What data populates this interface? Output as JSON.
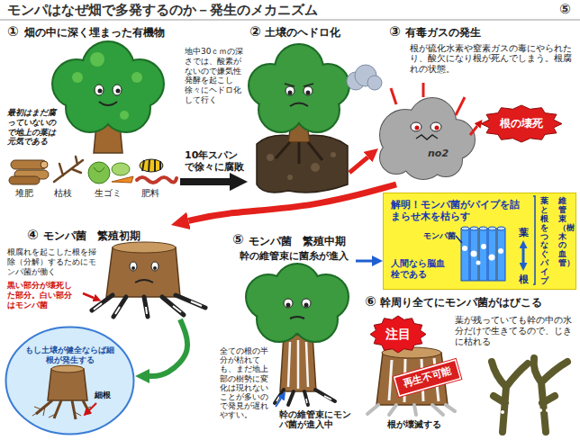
{
  "diagram": {
    "title": "モンパはなぜ畑で多発するのか－発生のメカニズム",
    "nodes": [
      {
        "text": [
          "①",
          "畑の中に深く埋まった有機物",
          "最初はまだ腐っていないので地上の葉は元気である",
          "堆肥",
          "枯枝",
          "生ゴミ",
          "肥料"
        ]
      },
      {
        "text": [
          "②",
          "土壌のヘドロ化"
        ]
      },
      {
        "text": [
          "③",
          "有毒ガスの発生",
          "根が硫化水素や窒素ガスの毒にやられたり、酸欠になり根が死んでしまう。根腐れの状態。",
          "no2"
        ]
      },
      {
        "text": [
          "根の壊死"
        ],
        "in": 2
      },
      {
        "text": [
          "④",
          "モンパ菌　繁殖初期",
          "根腐れを起こした根を掃除（分解）するためにモンパ菌が働く",
          "黒い部分が壊死した部分。白い部分はモンパ菌"
        ]
      },
      {
        "text": [
          "もし土壌が健全ならば細根が発生する",
          "細根"
        ]
      },
      {
        "text": [
          "⑤",
          "モンパ菌　繁殖中期",
          "幹の維管束に菌糸が進入",
          "全ての根の半分が枯れても、まだ地上部の樹勢に変化は現れないことが多いので発見が遅れやすい。",
          "幹の維管束にモンパ菌が進入中"
        ]
      },
      {
        "text": [
          "解明！モンパ菌がパイプを詰まらせ木を枯らす",
          "人間なら脳血栓である",
          "モンパ菌",
          "葉",
          "根",
          "維管束（樹木の血管）",
          "葉と根をつなぐパイプ"
        ]
      },
      {
        "text": [
          "⑥",
          "幹周り全てにモンパ菌がはびこる",
          "葉が残っていても幹の中の水分だけで生きてるので、じきに枯れる",
          "根が壊滅する"
        ]
      },
      {
        "text": [
          "注目"
        ],
        "in": 8
      },
      {
        "text": [
          "再生不可能"
        ],
        "in": 8
      }
    ],
    "edges": [
      {
        "from": 0,
        "to": 1,
        "arrow": "to",
        "label": "10年スパンで徐々に腐敗"
      },
      {
        "from": 1,
        "to": 2,
        "arrow": "to"
      },
      {
        "from": 2,
        "to": 4,
        "arrow": "to"
      },
      {
        "from": 4,
        "to": 5,
        "arrow": "to"
      },
      {
        "from": 6,
        "to": 7,
        "arrow": "to"
      }
    ],
    "labels": [
      "⑤",
      "地中30ｃｍの深さでは、酸素がないので嫌気性発酵を起こし徐々にヘドロ化して行く"
    ]
  }
}
